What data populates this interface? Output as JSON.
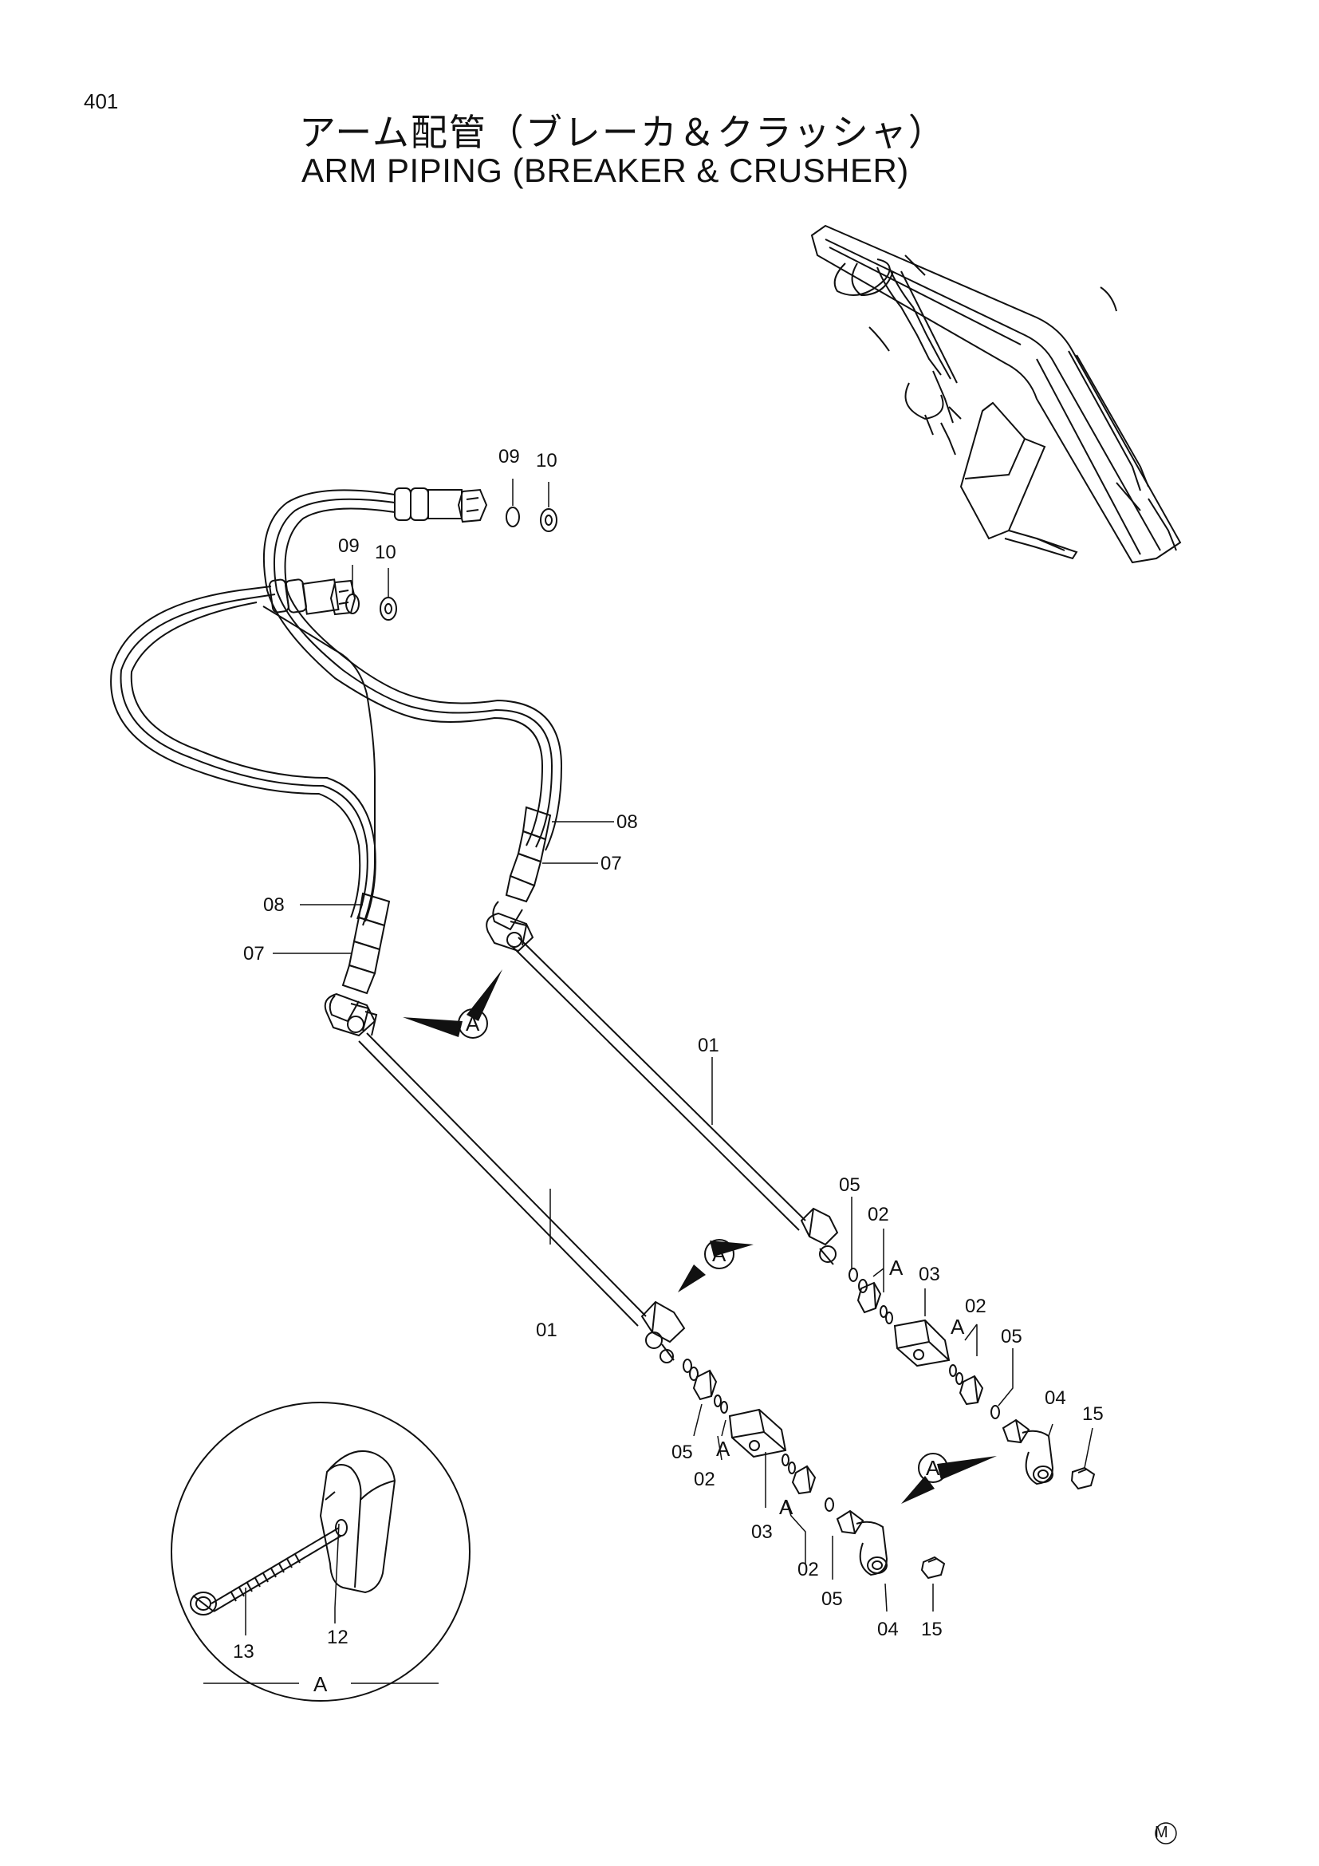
{
  "page_number": "401",
  "title_jp": "アーム配管（ブレーカ＆クラッシャ）",
  "title_en": "ARM PIPING (BREAKER & CRUSHER)",
  "maker_mark": "M",
  "labels": {
    "l09a": "09",
    "l10a": "10",
    "l09b": "09",
    "l10b": "10",
    "l08r": "08",
    "l07r": "07",
    "l08l": "08",
    "l07l": "07",
    "l01r": "01",
    "l01l": "01",
    "l05a": "05",
    "l02a": "02",
    "lAa": "A",
    "l03a": "03",
    "l02b": "02",
    "lAb": "A",
    "l05b": "05",
    "l04a": "04",
    "l15a": "15",
    "l05c": "05",
    "lAc": "A",
    "l02c": "02",
    "l03b": "03",
    "lAd": "A",
    "l02d": "02",
    "l05d": "05",
    "l04b": "04",
    "l15b": "15",
    "l13": "13",
    "l12": "12",
    "lAdetail": "A",
    "callout1": "A",
    "callout2": "A",
    "callout3": "A"
  }
}
